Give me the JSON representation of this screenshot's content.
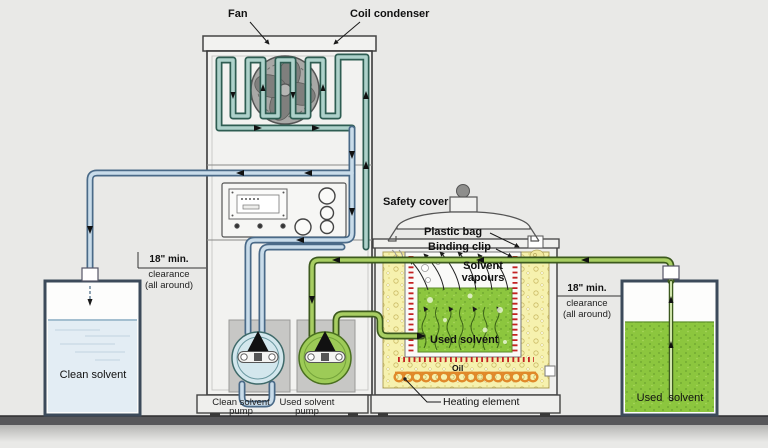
{
  "labels": {
    "fan": "Fan",
    "coil_condenser": "Coil condenser",
    "safety_cover": "Safety cover",
    "plastic_bag": "Plastic bag",
    "binding_clip": "Binding clip",
    "solvent_vapours_1": "Solvent",
    "solvent_vapours_2": "vapours",
    "used_solvent_still": "Used solvent",
    "oil": "Oil",
    "heating_element": "Heating element",
    "clean_solvent_tank": "Clean solvent",
    "used_solvent_drum": "Used  solvent"
  },
  "pumps": {
    "clean_1": "Clean solvent",
    "clean_2": "pump",
    "used_1": "Used solvent",
    "used_2": "pump"
  },
  "clearance_left": {
    "l1": "18\" min.",
    "l2": "clearance",
    "l3": "(all around)"
  },
  "clearance_right": {
    "l1": "18\" min.",
    "l2": "clearance",
    "l3": "(all around)"
  },
  "colors": {
    "background": "#e9e9e7",
    "floor": "#57575a",
    "pipe_blue": "#c9dcea",
    "pipe_green": "#a8ce62",
    "coil_teal": "#aed2cb",
    "solvent_green": "#8cc63e",
    "clean_liquid": "#e3edf4",
    "oil_yellow": "#f6f1ae",
    "heater_orange": "#e0892a",
    "heat_red": "#c32222"
  }
}
